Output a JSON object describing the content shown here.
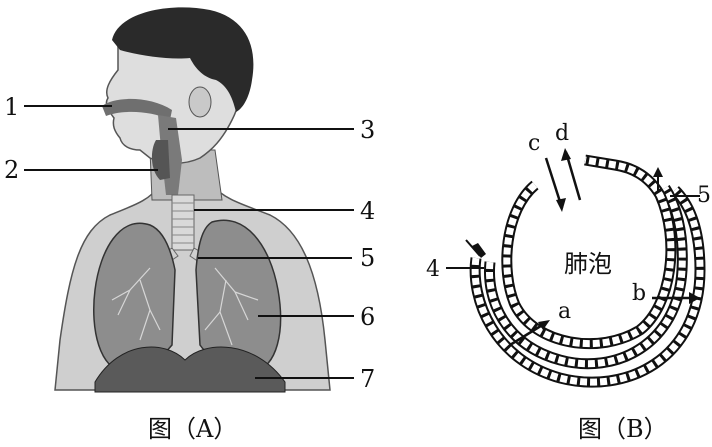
{
  "figure_a": {
    "caption": "图（A）",
    "labels": [
      "1",
      "2",
      "3",
      "4",
      "5",
      "6",
      "7"
    ]
  },
  "figure_b": {
    "caption": "图（B）",
    "alveolus_label": "肺泡",
    "labels": {
      "a": "a",
      "b": "b",
      "c": "c",
      "d": "d",
      "n4": "4",
      "n5": "5"
    }
  },
  "colors": {
    "ink": "#111111",
    "shade": "#6f6f6f",
    "dark": "#2a2a2a"
  }
}
